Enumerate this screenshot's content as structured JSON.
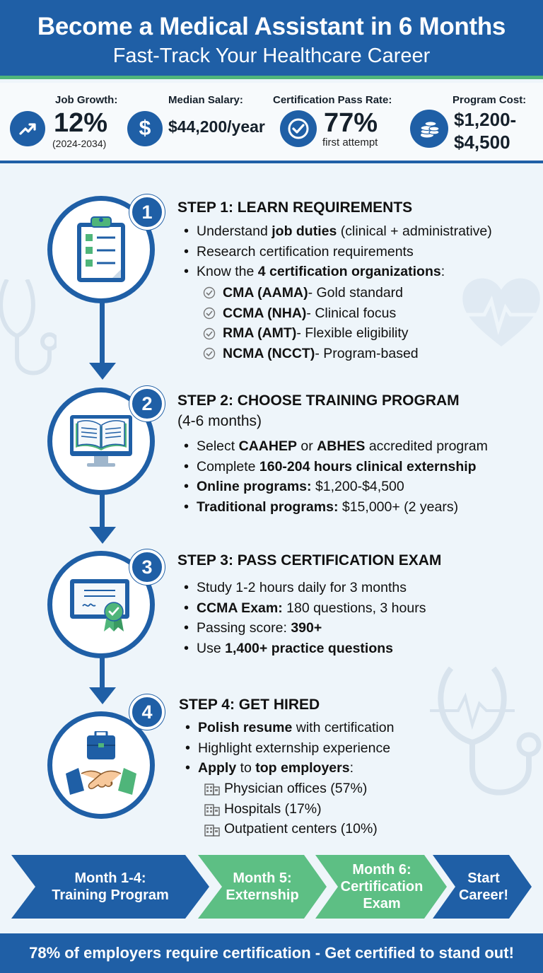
{
  "header": {
    "title": "Become a Medical Assistant in 6 Months",
    "subtitle": "Fast-Track Your Healthcare Career"
  },
  "stats": [
    {
      "label": "Job Growth:",
      "value": "12%",
      "note": "(2024-2034)",
      "icon": "trend-up-icon"
    },
    {
      "label": "Median Salary:",
      "value": "$44,200/year",
      "icon": "dollar-icon"
    },
    {
      "label": "Certification Pass Rate:",
      "value": "77%",
      "note": "first attempt",
      "icon": "check-circle-icon"
    },
    {
      "label": "Program Cost:",
      "value_line1": "$1,200-",
      "value_line2": "$4,500",
      "icon": "coins-icon"
    }
  ],
  "steps": [
    {
      "number": "1",
      "title": "STEP 1: LEARN REQUIREMENTS",
      "icon": "clipboard-icon",
      "bullets": [
        {
          "pre": "Understand ",
          "bold": "job duties",
          "post": " (clinical + administrative)"
        },
        {
          "text": "Research certification requirements"
        },
        {
          "pre": "Know the ",
          "bold": "4 certification organizations",
          "post": ":"
        }
      ],
      "sub_items": [
        {
          "bold": "CMA (AAMA)",
          "post": " - Gold standard"
        },
        {
          "bold": "CCMA (NHA)",
          "post": " - Clinical focus"
        },
        {
          "bold": "RMA (AMT)",
          "post": " - Flexible eligibility"
        },
        {
          "bold": "NCMA (NCCT)",
          "post": " - Program-based"
        }
      ]
    },
    {
      "number": "2",
      "title": "STEP 2: CHOOSE TRAINING PROGRAM",
      "subtitle": "(4-6 months)",
      "icon": "online-course-icon",
      "bullets": [
        {
          "pre": "Select ",
          "bold": "CAAHEP",
          "mid": " or ",
          "bold2": "ABHES",
          "post": " accredited program"
        },
        {
          "pre": "Complete ",
          "bold": "160-204 hours clinical externship"
        },
        {
          "bold": "Online programs:",
          "post": " $1,200-$4,500"
        },
        {
          "bold": "Traditional programs:",
          "post": " $15,000+ (2 years)"
        }
      ]
    },
    {
      "number": "3",
      "title": "STEP 3: PASS CERTIFICATION EXAM",
      "icon": "certificate-icon",
      "bullets": [
        {
          "text": "Study 1-2 hours daily for 3 months"
        },
        {
          "bold": "CCMA Exam:",
          "post": " 180 questions, 3 hours"
        },
        {
          "pre": "Passing score: ",
          "bold": "390+"
        },
        {
          "pre": "Use ",
          "bold": "1,400+ practice questions"
        }
      ]
    },
    {
      "number": "4",
      "title": "STEP 4: GET HIRED",
      "icon": "handshake-briefcase-icon",
      "bullets": [
        {
          "bold": "Polish resume",
          "post": " with certification"
        },
        {
          "text": "Highlight externship experience"
        },
        {
          "bold": "Apply",
          "mid": " to ",
          "bold2": "top employers",
          "post": ":"
        }
      ],
      "employers": [
        {
          "text": "Physician offices (57%)",
          "share": 57
        },
        {
          "text": "Hospitals (17%)",
          "share": 17
        },
        {
          "text": "Outpatient centers (10%)",
          "share": 10
        }
      ]
    }
  ],
  "timeline": [
    {
      "line1": "Month 1-4:",
      "line2": "Training Program",
      "color": "#1f5fa6"
    },
    {
      "line1": "Month 5:",
      "line2": "Externship",
      "color": "#5dbf84"
    },
    {
      "line1": "Month 6:",
      "line2": "Certification",
      "line3": "Exam",
      "color": "#5dbf84"
    },
    {
      "line1": "Start",
      "line2": "Career!",
      "color": "#1f5fa6"
    }
  ],
  "footer": {
    "text": "78% of employers require certification - Get certified to stand out!"
  },
  "colors": {
    "primary": "#1f5fa6",
    "accent": "#5dbf84",
    "background": "#eef5fa"
  }
}
